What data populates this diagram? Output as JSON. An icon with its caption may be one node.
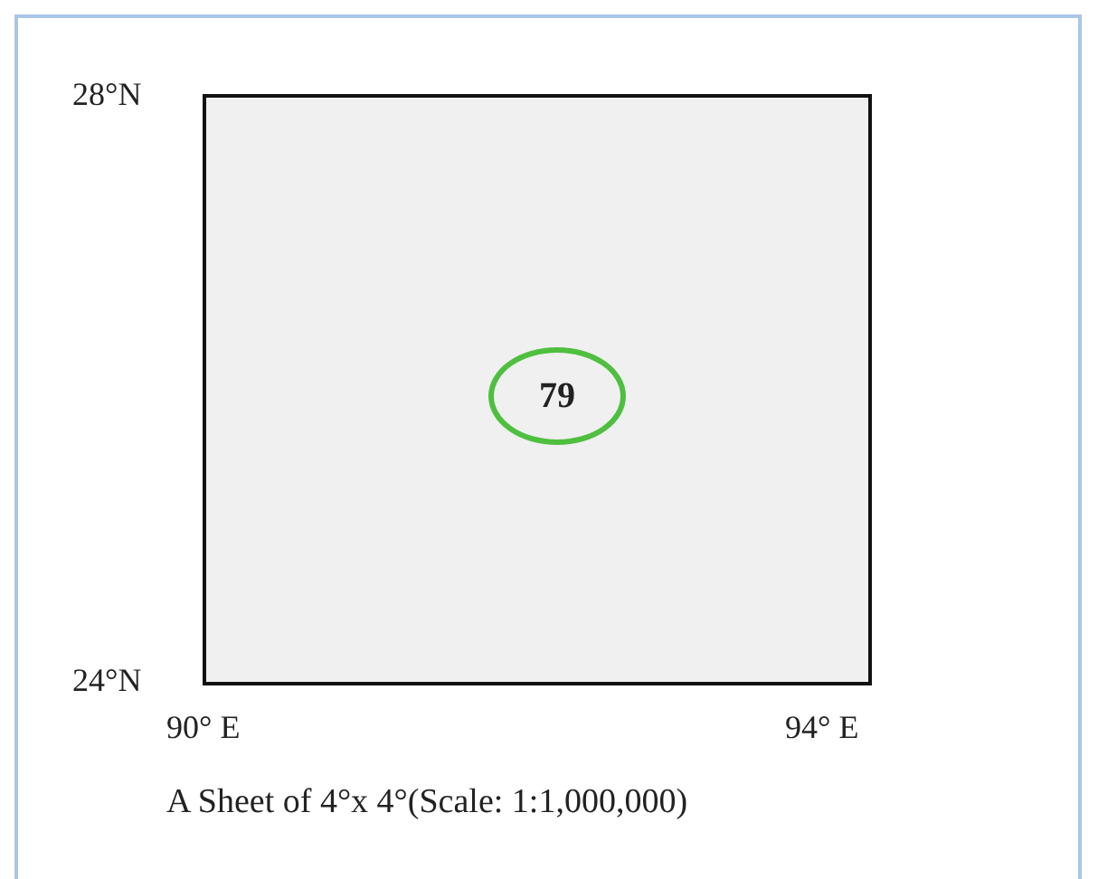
{
  "diagram": {
    "caption": "A Sheet of 4°x 4°(Scale: 1:1,000,000)",
    "nodes": [
      {
        "text": [],
        "shape": "box"
      },
      {
        "text": [
          "79"
        ],
        "in": 0
      }
    ],
    "labels": [
      "28°N",
      "24°N",
      "90° E",
      "94° E"
    ]
  }
}
